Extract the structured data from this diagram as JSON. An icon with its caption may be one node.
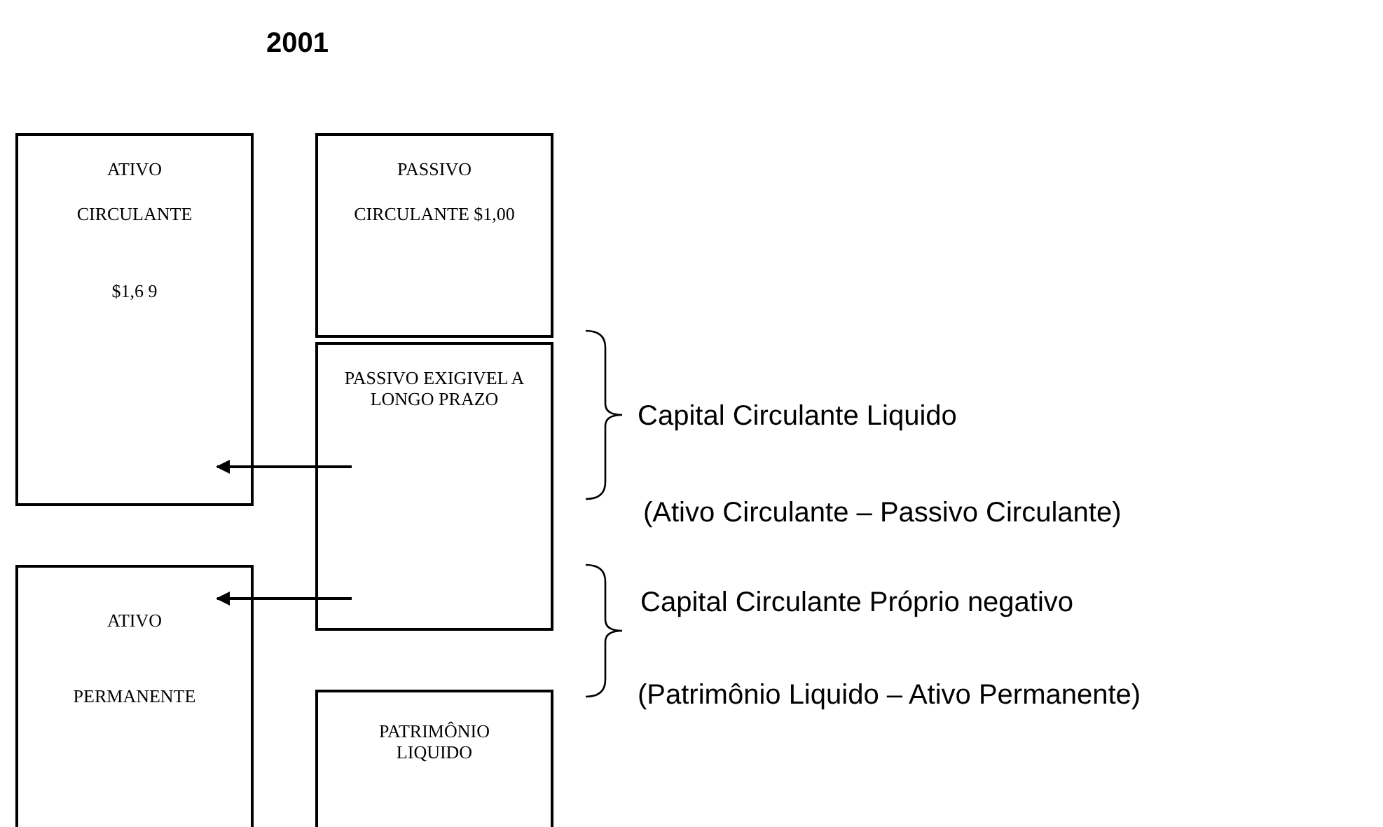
{
  "diagram": {
    "title": "2001",
    "nodes": [
      {
        "text": [
          "ATIVO",
          "CIRCULANTE",
          "$1,6 9"
        ]
      },
      {
        "text": [
          "PASSIVO",
          "CIRCULANTE $1,00"
        ]
      },
      {
        "text": [
          "PASSIVO EXIGIVEL A LONGO PRAZO"
        ]
      },
      {
        "text": [
          "ATIVO",
          "PERMANENTE"
        ]
      },
      {
        "text": [
          "PATRIMÔNIO LIQUIDO"
        ]
      }
    ],
    "edges": [
      {
        "from": 2,
        "to": 0,
        "arrow": "to"
      },
      {
        "from": 2,
        "to": 3,
        "arrow": "to"
      }
    ],
    "labels": [
      "Capital Circulante Liquido",
      "(Ativo Circulante – Passivo Circulante)",
      "Capital Circulante Próprio negativo",
      "(Patrimônio Liquido – Ativo Permanente)"
    ]
  }
}
